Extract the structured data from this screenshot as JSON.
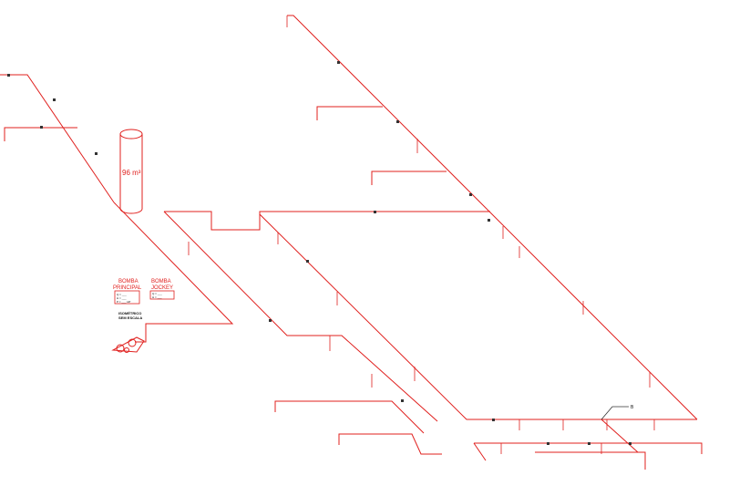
{
  "colors": {
    "pipe": "#e0201e",
    "mark": "#333333",
    "text": "#111111"
  },
  "tank": {
    "label": "96 m³"
  },
  "pumps": {
    "main": {
      "line1": "BOMBA",
      "line2": "PRINCIPAL",
      "legend": [
        "Q = ___",
        "H = ___",
        "P = ___ HP"
      ]
    },
    "jockey": {
      "line1": "BOMBA",
      "line2": "JOCKEY",
      "legend": [
        "Q = ___",
        "H = ___"
      ]
    }
  },
  "note": {
    "line1": "ISOMÉTRICO",
    "line2": "SEM ESCALA"
  },
  "callout": {
    "label": "B"
  }
}
